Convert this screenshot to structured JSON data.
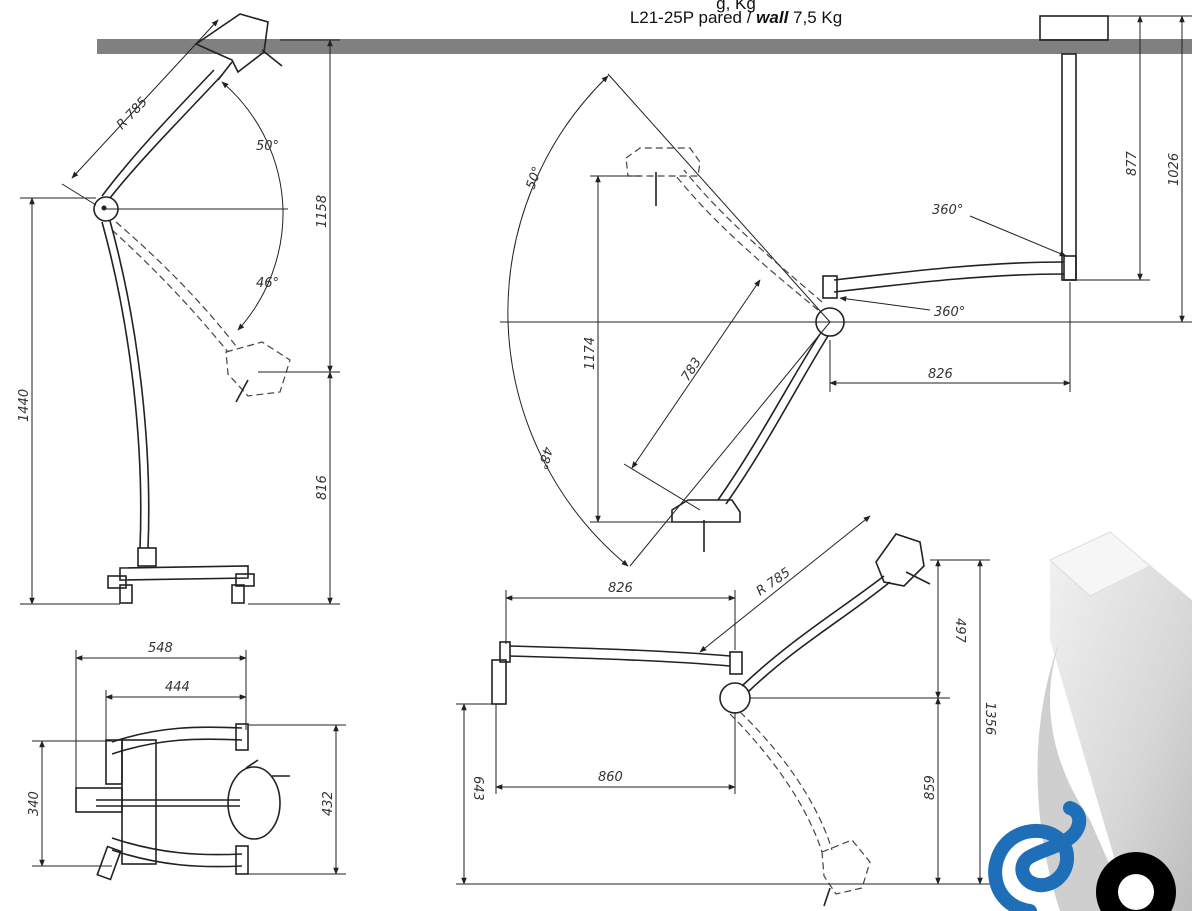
{
  "header": {
    "line_cut": "g, Kg",
    "line_model": "L21-25P pared /",
    "line_wall": "wall",
    "line_weight": "7,5 Kg"
  },
  "dimensions": {
    "r785_top": "R 785",
    "angle50_left": "50°",
    "angle46": "46°",
    "h1158": "1158",
    "h1440": "1440",
    "h816": "816",
    "angle50_mid": "50°",
    "h1174": "1174",
    "d783": "783",
    "angle48": "48°",
    "rot360_a": "360°",
    "rot360_b": "360°",
    "w826_mid": "826",
    "h877": "877",
    "h1026": "1026",
    "w548": "548",
    "w444": "444",
    "w340": "340",
    "w432": "432",
    "w826_bot": "826",
    "r785_bot": "R 785",
    "w860": "860",
    "h497": "497",
    "h1356": "1356",
    "h643": "643",
    "h859": "859"
  },
  "colors": {
    "ceiling_bar": "#808080",
    "logo_blue": "#1f6fb8",
    "logo_black": "#000000"
  }
}
